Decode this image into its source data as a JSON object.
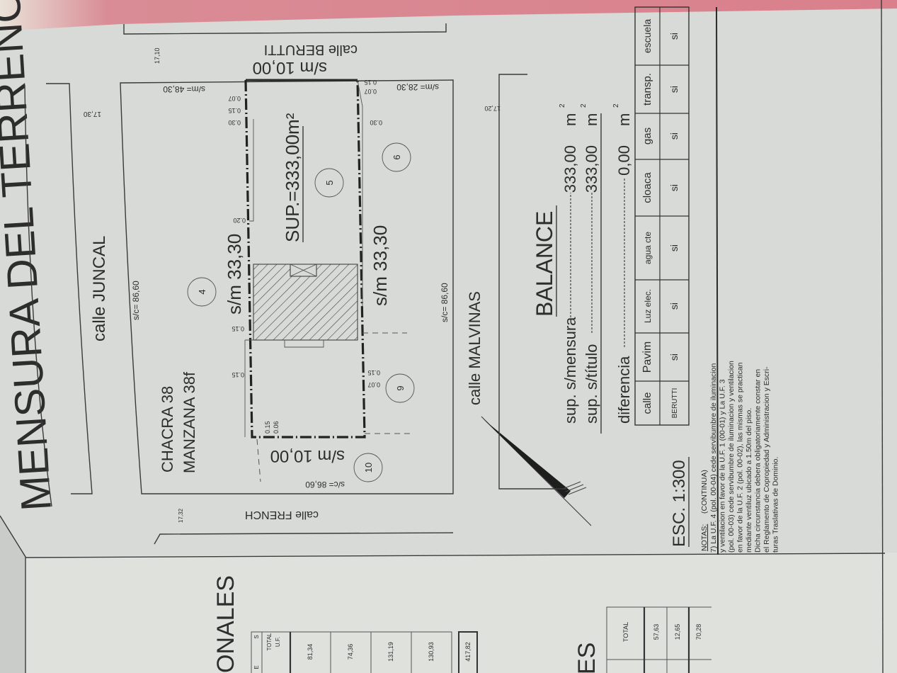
{
  "title": "MENSURA DEL TERRENO",
  "colors": {
    "paper": "#d7dad6",
    "ink": "#2d2d2d",
    "background_cloth": "#d88a93"
  },
  "streets": {
    "juncal": "calle JUNCAL",
    "malvinas": "calle MALVINAS",
    "berutti": "calle BERUTTI",
    "french": "calle FRENCH"
  },
  "plan": {
    "chacra": "CHACRA 38",
    "manzana": "MANZANA 38f",
    "lot_area": "SUP.=333,00m²",
    "side_left": "s/m 33,30",
    "side_right": "s/m 33,30",
    "front_top": "s/m 10,00",
    "front_bottom": "s/m 10,00",
    "block_top": "s/c= 86,60",
    "block_bottom": "s/c= 86,60",
    "block_left": "s/c= 86,60",
    "sm_48": "s/m= 48,30",
    "sm_28": "s/m= 28,30",
    "levels": [
      "17,10",
      "17,30",
      "17,20",
      "17,32"
    ],
    "parcels": [
      "4",
      "5",
      "6",
      "9",
      "10"
    ],
    "small_dims": [
      "0.30",
      "0.15",
      "0.07",
      "0.15",
      "0.07",
      "0.30",
      "0.20",
      "0.15",
      "0.15",
      "0.15",
      "0.07",
      "0.15",
      "0.06"
    ]
  },
  "balance": {
    "title": "BALANCE",
    "rows": [
      {
        "label": "sup. s/mensura",
        "value": "333,00",
        "unit": "m",
        "exp": "2"
      },
      {
        "label": "sup. s/título",
        "value": "333,00",
        "unit": "m",
        "exp": "2"
      },
      {
        "label": "diferencia",
        "value": "0,00",
        "unit": "m",
        "exp": "2"
      }
    ]
  },
  "services_table": {
    "headers": [
      "calle",
      "Pavim",
      "Luz elec.",
      "agua cte",
      "cloaca",
      "gas",
      "transp.",
      "escuela"
    ],
    "row": [
      "BERUTTI",
      "si",
      "si",
      "si",
      "si",
      "si",
      "si",
      "si"
    ]
  },
  "scale": "ESC. 1:300",
  "notes": {
    "label": "NOTAS:",
    "continued": "(CONTINUA)",
    "lines": [
      "7) La U.F. 4 (pol. 00-04) cede servibumbre de iluminacion",
      "y ventilacion en favor de la U.F. 1 (00-01) y La U.F. 3",
      "(pol. 00-03) cede servibumbre de iluminacion y ventilacion",
      "en favor de la U.F. 2 (pol. 00-02), las mismas se practican",
      "mediante ventiluz ubicado a 1.50m del piso.",
      "Dicha circunstancia debera obligatoriamente constar en",
      "el Reglamento de Copropiedad y Administracion y Escri-",
      "turas Traslativas de Dominio."
    ]
  },
  "underlying_sheet": {
    "heading_1": "ONALES",
    "table_1": {
      "header_e": "E",
      "header_s": "S",
      "header_total": "TOTAL",
      "header_uf": "U.F.",
      "values": [
        "81,34",
        "74,36",
        "131,19",
        "130,93"
      ],
      "total": "417,82"
    },
    "heading_2": "ES",
    "table_2": {
      "header": "TOTAL",
      "values": [
        "57,63",
        "12,65"
      ],
      "total": "70,28"
    }
  }
}
